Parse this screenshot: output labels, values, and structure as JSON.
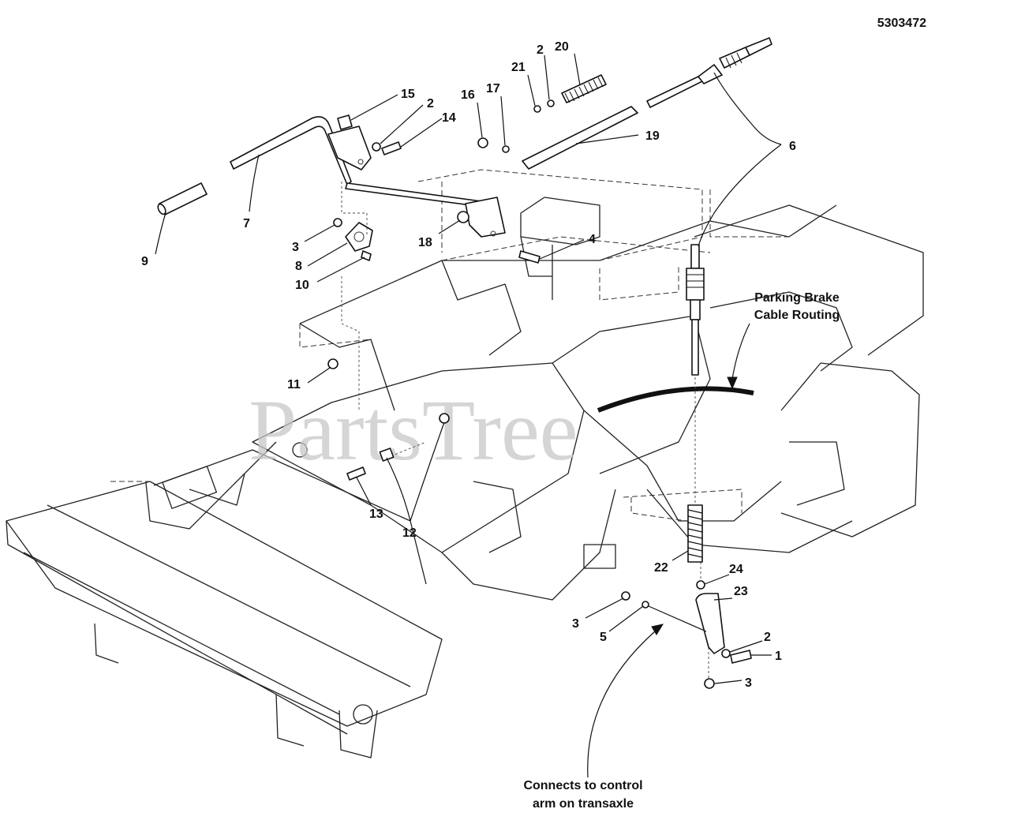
{
  "diagram_number": "5303472",
  "watermark": "PartsTree",
  "notes": {
    "routing_line1": "Parking Brake",
    "routing_line2": "Cable Routing",
    "connects_line1": "Connects to control",
    "connects_line2": "arm on transaxle"
  },
  "callouts": {
    "c1": "1",
    "c2a": "2",
    "c2b": "2",
    "c2c": "2",
    "c3a": "3",
    "c3b": "3",
    "c3c": "3",
    "c4": "4",
    "c5": "5",
    "c6": "6",
    "c7": "7",
    "c8": "8",
    "c9": "9",
    "c10": "10",
    "c11": "11",
    "c12": "12",
    "c13": "13",
    "c14": "14",
    "c15": "15",
    "c16": "16",
    "c17": "17",
    "c18": "18",
    "c19": "19",
    "c20": "20",
    "c21": "21",
    "c22": "22",
    "c23": "23",
    "c24": "24"
  }
}
